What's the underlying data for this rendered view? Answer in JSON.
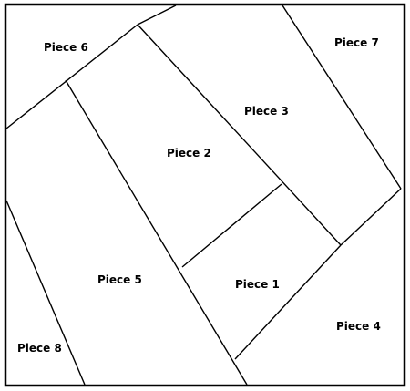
{
  "colors": {
    "background": "#ffffff",
    "lines": "#000000"
  },
  "pieces": [
    {
      "id": "piece-6",
      "label": "Piece 6"
    },
    {
      "id": "piece-7",
      "label": "Piece 7"
    },
    {
      "id": "piece-3",
      "label": "Piece 3"
    },
    {
      "id": "piece-2",
      "label": "Piece 2"
    },
    {
      "id": "piece-5",
      "label": "Piece 5"
    },
    {
      "id": "piece-1",
      "label": "Piece 1"
    },
    {
      "id": "piece-4",
      "label": "Piece 4"
    },
    {
      "id": "piece-8",
      "label": "Piece 8"
    }
  ]
}
